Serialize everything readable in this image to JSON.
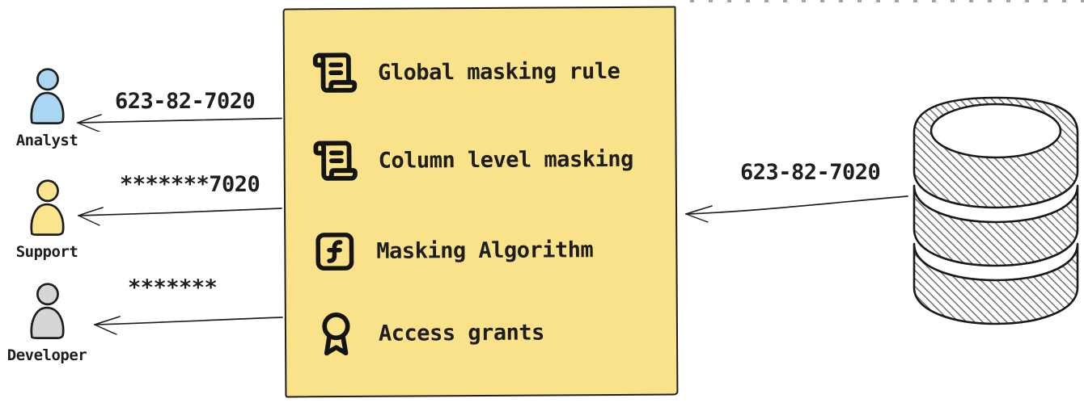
{
  "diagram": {
    "title_hint": "data masking flow",
    "personas": [
      {
        "name": "Analyst",
        "received_value": "623-82-7020",
        "fill": "#abd6f3"
      },
      {
        "name": "Support",
        "received_value": "*******7020",
        "fill": "#fae48d"
      },
      {
        "name": "Developer",
        "received_value": "*******",
        "fill": "#d6d6d6"
      }
    ],
    "masking_box": {
      "background": "#fae28b",
      "border_color": "#1e1e1e",
      "items": [
        {
          "icon": "scroll-text-icon",
          "label": "Global masking rule"
        },
        {
          "icon": "scroll-text-icon",
          "label": "Column level masking"
        },
        {
          "icon": "function-square-icon",
          "label": "Masking Algorithm"
        },
        {
          "icon": "award-icon",
          "label": "Access grants"
        }
      ]
    },
    "database": {
      "icon": "database-icon",
      "source_value": "623-82-7020"
    }
  }
}
